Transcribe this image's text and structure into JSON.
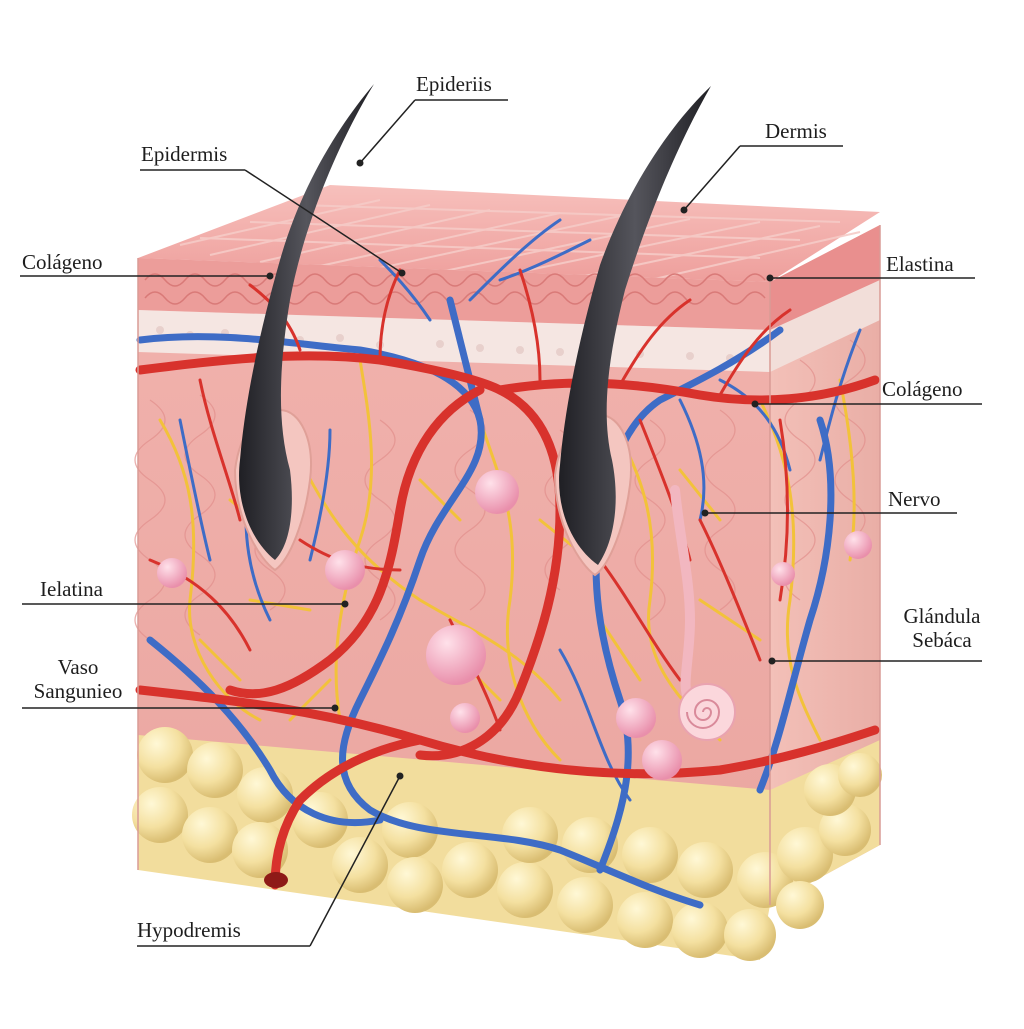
{
  "diagram": {
    "labels": {
      "epideriis": "Epideriis",
      "epidermis": "Epidermis",
      "dermis": "Dermis",
      "colageno_left": "Colágeno",
      "elastina": "Elastina",
      "colageno_right": "Colágeno",
      "nervo": "Nervo",
      "glandula_line1": "Glándula",
      "glandula_line2": "Sebáca",
      "ielatina": "Ielatina",
      "vaso_line1": "Vaso",
      "vaso_line2": "Sangunieo",
      "hypodremis": "Hypodremis"
    }
  },
  "colors": {
    "epidermis_top": "#f2a7a4",
    "dermis": "#f0b2ab",
    "fat": "#f3e2a6",
    "artery": "#d9312c",
    "vein": "#3d6cc4",
    "nerve": "#f0c33a",
    "hair": "#2b2b30",
    "label_line": "#222222"
  }
}
